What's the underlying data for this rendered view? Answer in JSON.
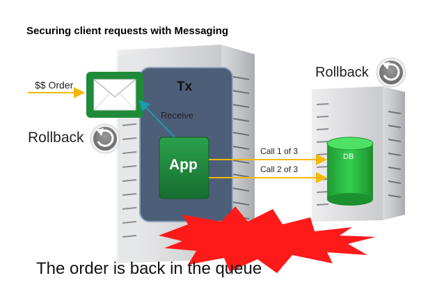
{
  "title": "Securing client requests with Messaging",
  "labels": {
    "order": "$$ Order",
    "tx": "Tx",
    "receive": "Receive",
    "app": "App",
    "call1": "Call 1 of 3",
    "call2": "Call 2 of 3",
    "db": "DB",
    "rollback_left": "Rollback",
    "rollback_right": "Rollback"
  },
  "footer": "The order is back in the queue",
  "colors": {
    "tx_box": "#4d5e79",
    "app_green": "#1e8a3e",
    "db_green": "#22b43a",
    "envelope_border": "#1f8a3a",
    "arrow_orange": "#f6b800",
    "arrow_teal": "#1f9aa8",
    "explosion_red": "#ff1a1a"
  },
  "icons": [
    "envelope-icon",
    "rollback-icon",
    "database-icon",
    "server-icon",
    "explosion-shape"
  ]
}
